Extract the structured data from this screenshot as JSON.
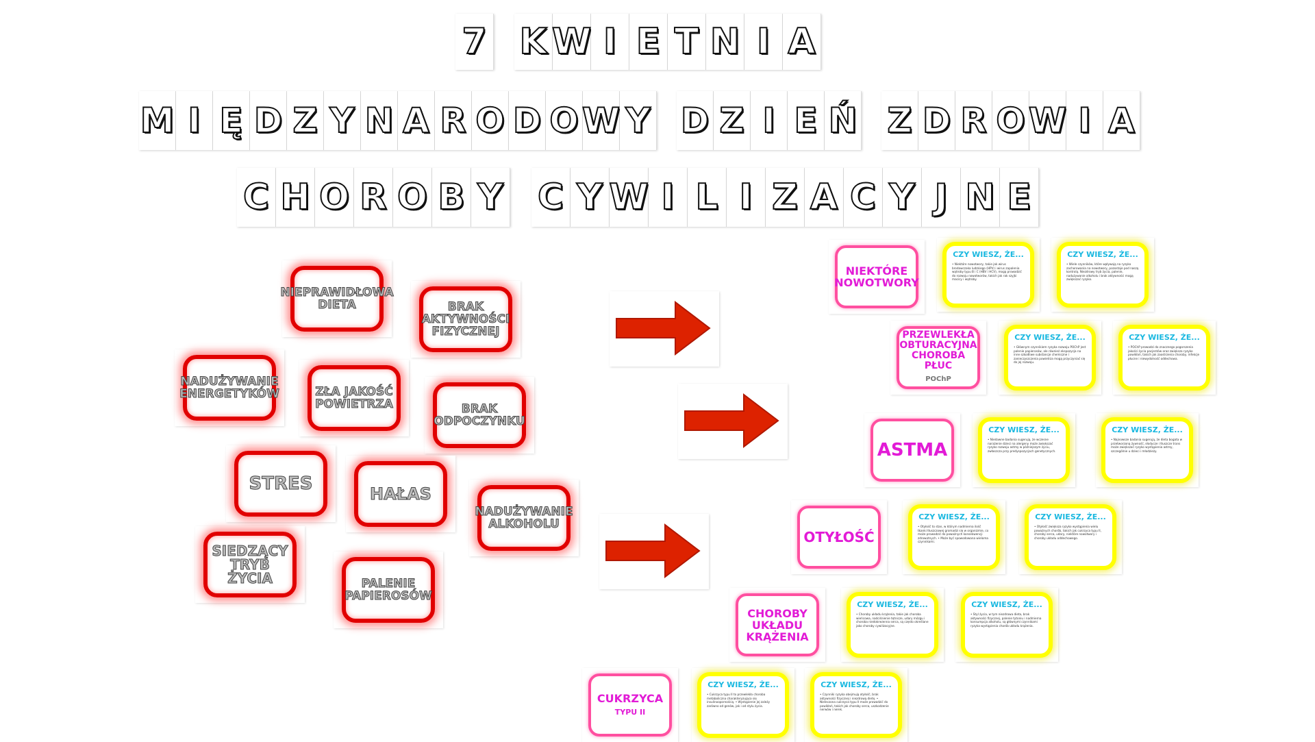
{
  "title": {
    "line1": [
      "7",
      "",
      "K",
      "W",
      "I",
      "E",
      "T",
      "N",
      "I",
      "A"
    ],
    "line2": [
      "M",
      "I",
      "Ę",
      "D",
      "Z",
      "Y",
      "N",
      "A",
      "R",
      "O",
      "D",
      "O",
      "W",
      "Y",
      "",
      "D",
      "Z",
      "I",
      "E",
      "Ń",
      "",
      "Z",
      "D",
      "R",
      "O",
      "W",
      "I",
      "A"
    ],
    "line3": [
      "C",
      "H",
      "O",
      "R",
      "O",
      "B",
      "Y",
      "",
      "C",
      "Y",
      "W",
      "I",
      "L",
      "I",
      "Z",
      "A",
      "C",
      "Y",
      "J",
      "N",
      "E"
    ]
  },
  "causes": [
    "NIEPRAWIDŁOWA DIETA",
    "BRAK AKTYWNOŚCI FIZYCZNEJ",
    "NADUŻYWANIE ENERGETYKÓW",
    "ZŁA JAKOŚĆ POWIETRZA",
    "BRAK ODPOCZYNKU",
    "STRES",
    "HAŁAS",
    "NADUŻYWANIE ALKOHOLU",
    "SIEDZĄCY TRYB ŻYCIA",
    "PALENIE PAPIEROSÓW"
  ],
  "diseases": [
    {
      "name": "NIEKTÓRE NOWOTWORY",
      "sub": ""
    },
    {
      "name": "PRZEWLEKŁA OBTURACYJNA CHOROBA PŁUC",
      "sub": "POChP"
    },
    {
      "name": "ASTMA",
      "sub": ""
    },
    {
      "name": "OTYŁOŚĆ",
      "sub": ""
    },
    {
      "name": "CHOROBY UKŁADU KRĄŻENIA",
      "sub": ""
    },
    {
      "name": "CUKRZYCA",
      "sub": "TYPU II"
    }
  ],
  "fact_heading": "CZY WIESZ, ŻE...",
  "fact_texts": [
    "• Niektóre nowotwory, takie jak wirus brodawczaka ludzkiego (HPV) i wirus zapalenia wątroby typu B i C (HBV i HCV), mogą prowadzić do rozwoju nowotworów, takich jak rak szyjki macicy i wątroby.",
    "• Wiele czynników, które wpływają na ryzyko zachorowania na nowotwory, pozostaje pod naszą kontrolą. Niezdrowy tryb życia, palenie, nadużywanie alkoholu i brak aktywności mogą zwiększać ryzyko.",
    "• Głównym czynnikiem ryzyka rozwoju POChP jest palenie papierosów, ale również ekspozycja na inne szkodliwe substancje chemiczne i zanieczyszczenia powietrza mogą przyczyniać się do jej rozwoju.",
    "• POChP prowadzi do znacznego pogorszenia jakości życia pacjentów oraz zwiększa ryzyko powikłań, takich jak zaostrzenia choroby, infekcje płucne i niewydolność oddechowa.",
    "• Niedawne badania sugerują, że wczesne narażenie dzieci na alergeny może zwiększać ryzyko rozwoju astmy w późniejszym życiu, zwłaszcza przy predyspozycjach genetycznych.",
    "• Najnowsze badania sugerują, że dieta bogata w przetworzoną żywność, słodycze i tłuszcze trans może zwiększać ryzyko wystąpienia astmy, szczególnie u dzieci i młodzieży.",
    "• Otyłość to stan, w którym nadmierna ilość tkanki tłuszczowej gromadzi się w organizmie, co może prowadzić do poważnych konsekwencji zdrowotnych. • Może być spowodowana wieloma czynnikami.",
    "• Otyłość zwiększa ryzyko wystąpienia wielu poważnych chorób, takich jak cukrzyca typu II, choroby serca, udary, niektóre nowotwory i choroby układu oddechowego.",
    "• Choroby układu krążenia, takie jak choroba wieńcowa, nadciśnienie tętnicze, udary mózgu i choroba niedokrwienna serca, są często określane jako choroby cywilizacyjne.",
    "• Styl życia, w tym niezdrowa dieta, brak aktywności fizycznej, palenie tytoniu i nadmierna konsumpcja alkoholu, są głównymi czynnikami ryzyka wystąpienia chorób układu krążenia.",
    "• Cukrzyca typu II to przewlekła choroba metaboliczna charakteryzująca się insulinoopornością. • Wystąpienie jej zależy zarówno od genów, jak i od stylu życia.",
    "• Czynniki ryzyka obejmują otyłość, brak aktywności fizycznej i niezdrową dietę. • Nieleczona cukrzyca typu II może prowadzić do powikłań, takich jak choroby serca, uszkodzenie nerwów i nerek."
  ],
  "colors": {
    "cause_border": "#e10000",
    "disease_border": "#ff4fa0",
    "disease_text": "#e21bd6",
    "fact_border": "#ffff00",
    "fact_heading": "#1ab8e0",
    "arrow": "#dd2200"
  },
  "icons": [
    "arrow-right-icon"
  ]
}
